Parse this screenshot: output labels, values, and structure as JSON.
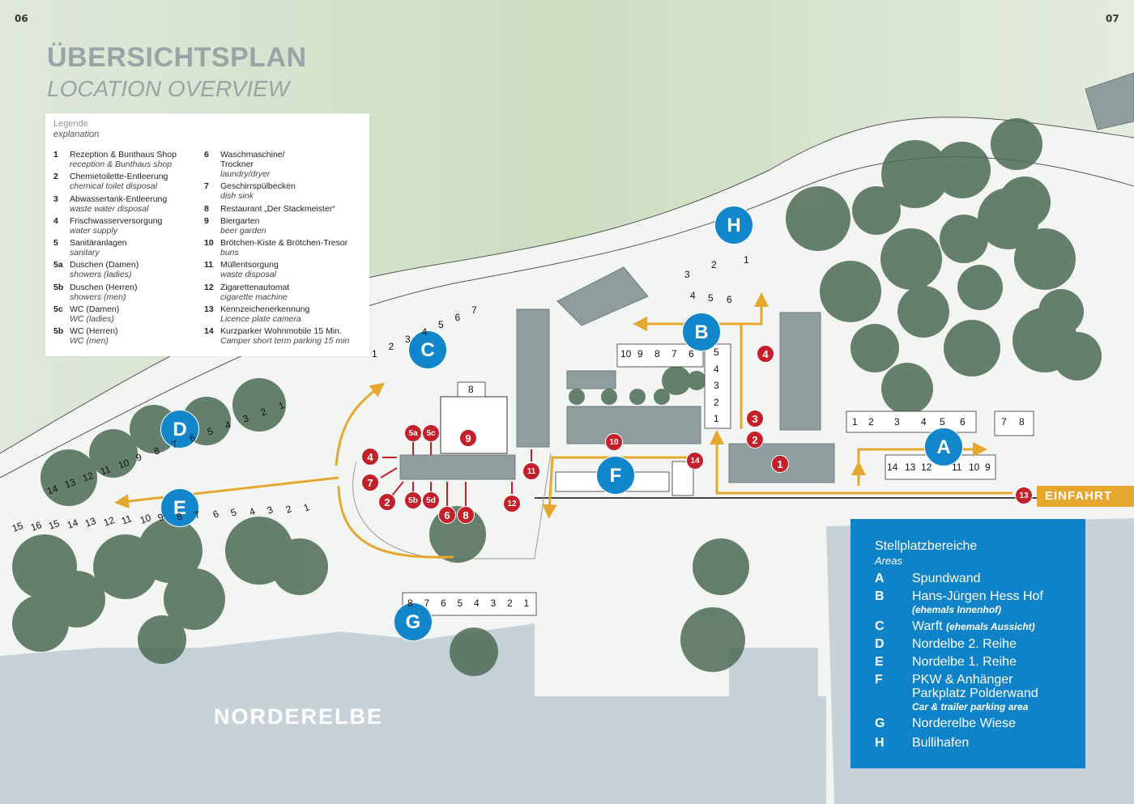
{
  "page": {
    "left_number": "06",
    "right_number": "07"
  },
  "title": "ÜBERSICHTSPLAN",
  "subtitle": "LOCATION OVERVIEW",
  "legend": {
    "heading": "Legende",
    "heading_en": "explanation",
    "col1": [
      {
        "key": "1",
        "de": "Rezeption & Bunthaus Shop",
        "en": "reception & Bunthaus shop"
      },
      {
        "key": "2",
        "de": "Chemietoilette-Entleerung",
        "en": "chemical toilet disposal"
      },
      {
        "key": "3",
        "de": "Abwassertank-Entleerung",
        "en": "waste water disposal"
      },
      {
        "key": "4",
        "de": "Frischwasserversorgung",
        "en": "water supply"
      },
      {
        "key": "5",
        "de": "Sanitäranlagen",
        "en": "sanitary"
      },
      {
        "key": "5a",
        "de": "Duschen (Damen)",
        "en": "showers (ladies)"
      },
      {
        "key": "5b",
        "de": "Duschen (Herren)",
        "en": "showers (men)"
      },
      {
        "key": "5c",
        "de": "WC (Damen)",
        "en": "WC (ladies)"
      },
      {
        "key": "5b",
        "de": "WC (Herren)",
        "en": "WC (men)"
      }
    ],
    "col2": [
      {
        "key": "6",
        "de": "Waschmaschine/",
        "de2": "Trockner",
        "en": "laundry/dryer"
      },
      {
        "key": "7",
        "de": "Geschirrspülbecken",
        "en": "dish sink"
      },
      {
        "key": "8",
        "de": "Restaurant „Der Stackmeister“",
        "en": ""
      },
      {
        "key": "9",
        "de": "Biergarten",
        "en": "beer garden"
      },
      {
        "key": "10",
        "de": "Brötchen-Kiste & Brötchen-Tresor",
        "en": "buns"
      },
      {
        "key": "11",
        "de": "Müllentsorgung",
        "en": "waste disposal"
      },
      {
        "key": "12",
        "de": "Zigarettenautomat",
        "en": "cigarette machine"
      },
      {
        "key": "13",
        "de": "Kennzeichenerkennung",
        "en": "Licence plate camera"
      },
      {
        "key": "14",
        "de": "Kurzparker Wohnmobile 15 Min.",
        "en": "Camper short term parking 15 min"
      }
    ]
  },
  "areas": {
    "heading": "Stellplatzbereiche",
    "heading_en": "Areas",
    "items": [
      {
        "key": "A",
        "name": "Spundwand"
      },
      {
        "key": "B",
        "name": "Hans-Jürgen Hess Hof",
        "sub": "(ehemals Innenhof)"
      },
      {
        "key": "C",
        "name": "Warft",
        "sub": "(ehemals Aussicht)"
      },
      {
        "key": "D",
        "name": "Nordelbe 2. Reihe"
      },
      {
        "key": "E",
        "name": "Nordelbe 1. Reihe"
      },
      {
        "key": "F",
        "name": "PKW & Anhänger",
        "name2": "Parkplatz Polderwand",
        "sub": "Car & trailer parking area"
      },
      {
        "key": "G",
        "name": "Norderelbe Wiese"
      },
      {
        "key": "H",
        "name": "Bullihafen"
      }
    ]
  },
  "entrance_label": "EINFAHRT",
  "river_label": "NORDERELBE",
  "map_markers": {
    "area_markers": [
      "A",
      "B",
      "C",
      "D",
      "E",
      "F",
      "G",
      "H"
    ],
    "facility_markers": [
      "1",
      "2",
      "3",
      "4",
      "5a",
      "5b",
      "5c",
      "5d",
      "6",
      "7",
      "8",
      "9",
      "10",
      "11",
      "12",
      "13",
      "14"
    ],
    "row_A_top": [
      "1",
      "2",
      "3",
      "4",
      "5",
      "6",
      "7",
      "8"
    ],
    "row_A_bottom": [
      "14",
      "13",
      "12",
      "11",
      "10",
      "9"
    ],
    "row_B_top": [
      "10",
      "9",
      "8",
      "7",
      "6"
    ],
    "row_B_side": [
      "5",
      "4",
      "3",
      "2",
      "1"
    ],
    "row_H": [
      "3",
      "2",
      "1",
      "4",
      "5",
      "6"
    ],
    "row_C": [
      "1",
      "2",
      "3",
      "4",
      "5",
      "6",
      "7"
    ],
    "row_C_extra": "8",
    "row_D": [
      "14",
      "13",
      "12",
      "11",
      "10",
      "9",
      "8",
      "7",
      "6",
      "5",
      "4",
      "3",
      "2",
      "1"
    ],
    "row_E": [
      "15",
      "16",
      "15",
      "14",
      "13",
      "12",
      "11",
      "10",
      "9",
      "8",
      "7",
      "6",
      "5",
      "4",
      "3",
      "2",
      "1"
    ],
    "row_G": [
      "8",
      "7",
      "6",
      "5",
      "4",
      "3",
      "2",
      "1"
    ]
  },
  "colors": {
    "area_blue": "#1186ca",
    "facility_red": "#c4202a",
    "route_orange": "#e6a72f",
    "water": "#c5d1d6",
    "grass": "#cfdcc2",
    "tree": "#4d6b56",
    "building": "#8f9d9e"
  },
  "icons": [
    "arrow-icon",
    "tree-icon",
    "building-icon"
  ]
}
